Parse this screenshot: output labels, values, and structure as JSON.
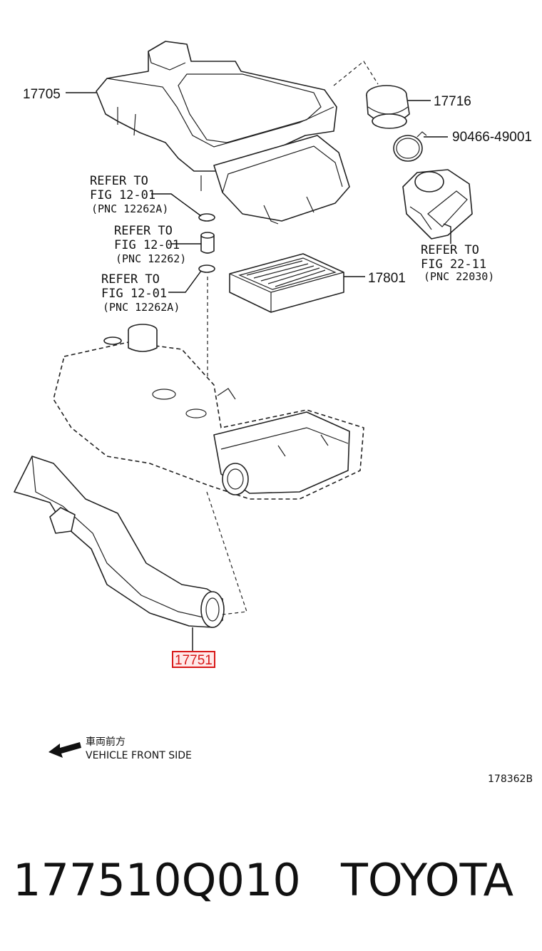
{
  "callouts": {
    "air_cleaner_cap": "17705",
    "hose": "17716",
    "clamp": "90466-49001",
    "element": "17801",
    "inlet_highlighted": "17751"
  },
  "refers": [
    {
      "line1": "REFER TO",
      "line2": "FIG 12-01",
      "line3": "(PNC 12262A)"
    },
    {
      "line1": "REFER TO",
      "line2": "FIG 12-01",
      "line3": "(PNC 12262)"
    },
    {
      "line1": "REFER TO",
      "line2": "FIG 12-01",
      "line3": "(PNC 12262A)"
    },
    {
      "line1": "REFER TO",
      "line2": "FIG 22-11",
      "line3": "(PNC 22030)"
    }
  ],
  "direction": {
    "japanese": "車両前方",
    "english": "VEHICLE FRONT SIDE"
  },
  "figure_code": "178362B",
  "footer": {
    "part_number": "177510Q010",
    "brand": "TOYOTA"
  },
  "colors": {
    "highlight": "#d81818",
    "line": "#222222"
  }
}
